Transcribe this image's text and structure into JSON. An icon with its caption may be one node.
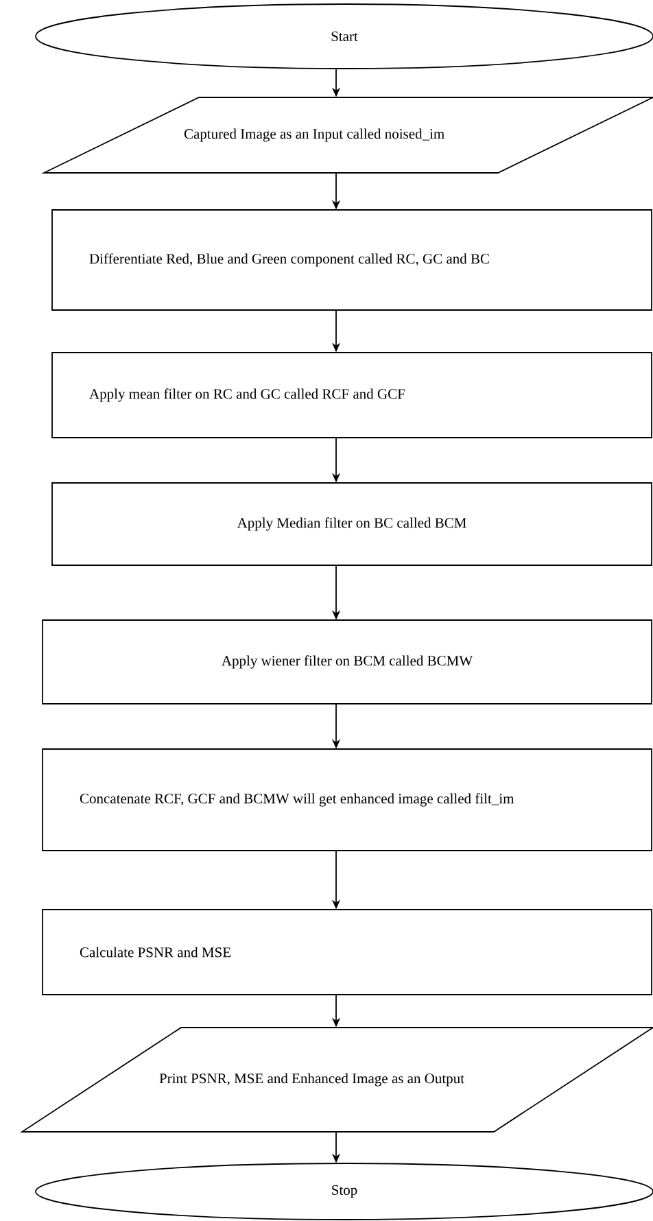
{
  "diagram": {
    "nodes": [
      {
        "text": [
          "Start"
        ]
      },
      {
        "text": [
          "Captured Image as an Input called noised_im"
        ]
      },
      {
        "text": [
          "Differentiate Red, Blue and Green component called RC, GC and BC"
        ]
      },
      {
        "text": [
          "Apply mean filter on RC and GC called RCF and GCF"
        ]
      },
      {
        "text": [
          "Apply Median filter on BC called BCM"
        ]
      },
      {
        "text": [
          "Apply wiener filter on BCM called BCMW"
        ]
      },
      {
        "text": [
          "Concatenate RCF, GCF and BCMW will get enhanced image called filt_im"
        ]
      },
      {
        "text": [
          "Calculate PSNR and MSE"
        ]
      },
      {
        "text": [
          "Print PSNR, MSE and Enhanced Image as an Output"
        ]
      },
      {
        "text": [
          "Stop"
        ]
      }
    ],
    "edges": [
      {
        "from": 0,
        "to": 1,
        "arrow": "to"
      },
      {
        "from": 1,
        "to": 2,
        "arrow": "to"
      },
      {
        "from": 2,
        "to": 3,
        "arrow": "to"
      },
      {
        "from": 3,
        "to": 4,
        "arrow": "to"
      },
      {
        "from": 4,
        "to": 5,
        "arrow": "to"
      },
      {
        "from": 5,
        "to": 6,
        "arrow": "to"
      },
      {
        "from": 6,
        "to": 7,
        "arrow": "to"
      },
      {
        "from": 7,
        "to": 8,
        "arrow": "to"
      },
      {
        "from": 8,
        "to": 9,
        "arrow": "to"
      }
    ]
  }
}
